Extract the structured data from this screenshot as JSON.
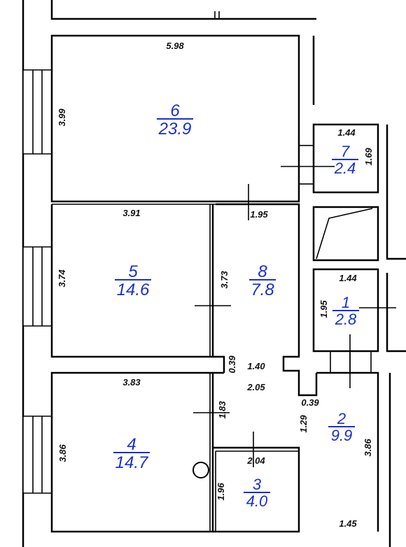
{
  "colors": {
    "wall": "#000000",
    "room_label": "#1a2fd0",
    "dimension_text": "#111111",
    "background": "#ffffff"
  },
  "rooms": [
    {
      "number": "6",
      "area": "23.9"
    },
    {
      "number": "7",
      "area": "2.4"
    },
    {
      "number": "5",
      "area": "14.6"
    },
    {
      "number": "8",
      "area": "7.8"
    },
    {
      "number": "1",
      "area": "2.8"
    },
    {
      "number": "2",
      "area": "9.9"
    },
    {
      "number": "4",
      "area": "14.7"
    },
    {
      "number": "3",
      "area": "4.0"
    }
  ],
  "dimensions": [
    "5.98",
    "3.99",
    "1.44",
    "1.69",
    "3.91",
    "1.95",
    "3.74",
    "3.73",
    "1.44",
    "1.95",
    "0.39",
    "1.40",
    "3.83",
    "2.05",
    "0.39",
    "1.83",
    "1.29",
    "3.86",
    "3.86",
    "2.04",
    "1.96",
    "1.45"
  ]
}
